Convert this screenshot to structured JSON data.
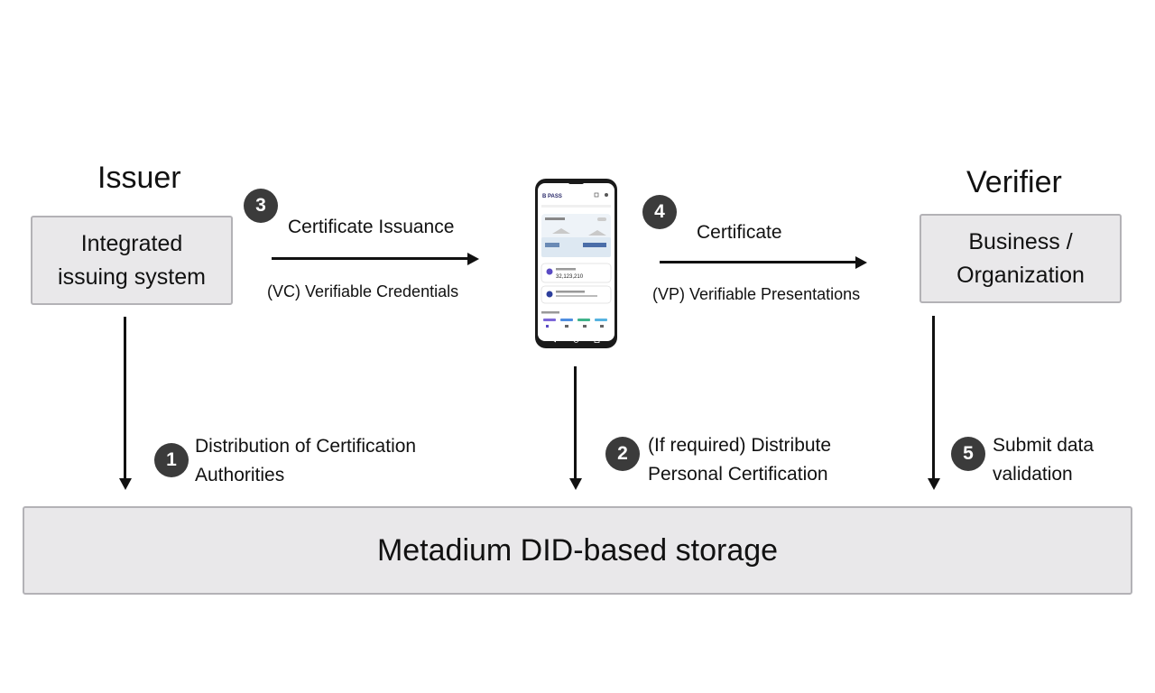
{
  "issuer": {
    "heading": "Issuer",
    "box_line1": "Integrated",
    "box_line2": "issuing system"
  },
  "verifier": {
    "heading": "Verifier",
    "box_line1": "Business /",
    "box_line2": "Organization"
  },
  "step3": {
    "number": "3",
    "label": "Certificate Issuance",
    "sublabel": "(VC) Verifiable Credentials"
  },
  "step4": {
    "number": "4",
    "label": "Certificate",
    "sublabel": "(VP) Verifiable Presentations"
  },
  "step1": {
    "number": "1",
    "line1": "Distribution of Certification",
    "line2": "Authorities"
  },
  "step2": {
    "number": "2",
    "line1": "(If required) Distribute",
    "line2": "Personal Certification"
  },
  "step5": {
    "number": "5",
    "line1": "Submit data",
    "line2": "validation"
  },
  "storage": {
    "label": "Metadium DID-based storage"
  },
  "phone": {
    "app_name": "B PASS",
    "amount": "32,123,210"
  },
  "colors": {
    "box_fill": "#e9e8ea",
    "box_border": "#b3b2b6",
    "badge": "#3b3b3b",
    "arrow": "#111111"
  }
}
